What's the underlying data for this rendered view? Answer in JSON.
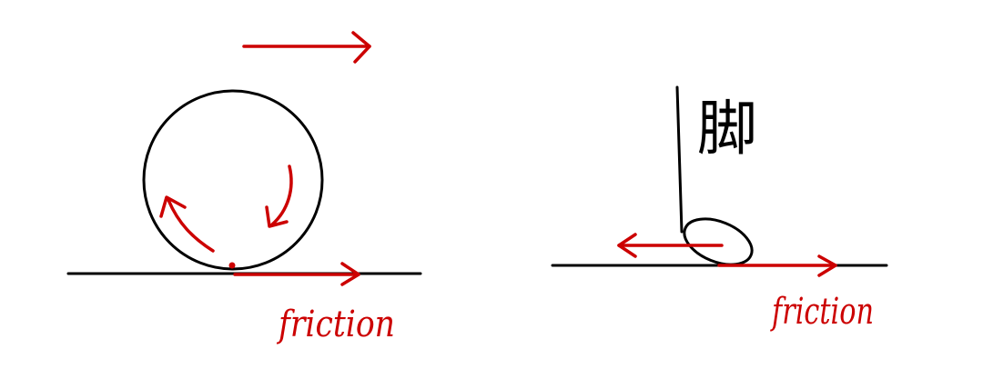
{
  "left_panel": {
    "friction_label": "friction"
  },
  "right_panel": {
    "leg_label": "脚",
    "friction_label": "friction"
  },
  "colors": {
    "ink": "#000000",
    "annotation": "#cc0000",
    "background": "#ffffff"
  }
}
